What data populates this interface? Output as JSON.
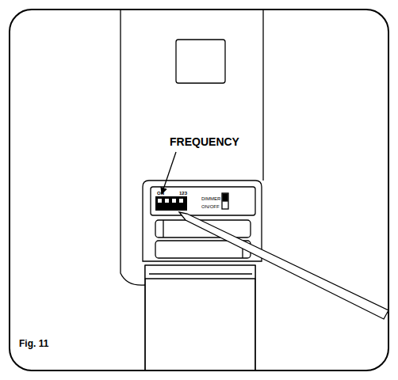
{
  "diagram": {
    "labels": [
      "FREQUENCY",
      "ON",
      "123",
      "DIMMER",
      "ON/OFF",
      "Fig. 11"
    ]
  }
}
